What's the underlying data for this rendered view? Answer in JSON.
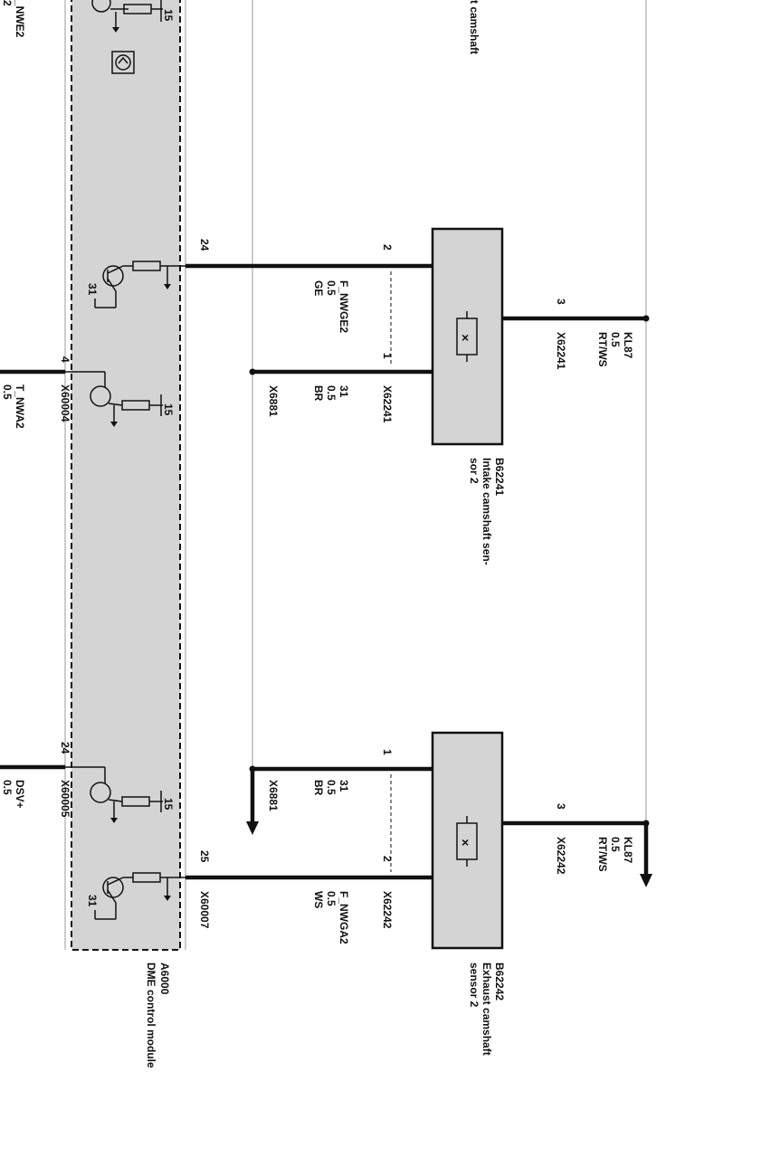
{
  "module": {
    "id": "A6000",
    "name": "DME control module",
    "labels": {
      "pin15_a": "15",
      "pin15_b": "15",
      "pin15_c": "15",
      "pin31_a": "31",
      "pin31_b": "31",
      "top_left_signal": "_NWE2",
      "top_left_sub": "2"
    }
  },
  "connectors": {
    "x60004": "X60004",
    "x60005": "X60005",
    "x60007": "X60007",
    "x62241": "X62241",
    "x62242": "X62242",
    "x6881": "X6881"
  },
  "left_signals": {
    "t_nwa2": "T_NWA2",
    "t_nwa2_sub": "0.5",
    "dsv": "DSV+",
    "dsv_sub": "0.5"
  },
  "pins": {
    "p4": "4",
    "p24a": "24",
    "p24b": "24",
    "p25": "25",
    "s1_p1": "1",
    "s1_p2": "2",
    "s1_p3": "3",
    "s2_p1": "1",
    "s2_p2": "2",
    "s2_p3": "3"
  },
  "sensor1": {
    "id": "B62241",
    "name_line1": "Intake camshaft sen-",
    "name_line2": "sor 2",
    "wire_sig": [
      "F_NWGE2",
      "0.5",
      "GE"
    ],
    "wire_gnd": [
      "31",
      "0.5",
      "BR"
    ],
    "wire_pwr": [
      "KL87",
      "0.5",
      "RT/WS"
    ],
    "symbol": "×"
  },
  "sensor2": {
    "id": "B62242",
    "name_line1": "Exhaust camshaft",
    "name_line2": "sensor 2",
    "wire_sig": [
      "F_NWGA2",
      "0.5",
      "WS"
    ],
    "wire_gnd": [
      "31",
      "0.5",
      "BR"
    ],
    "wire_pwr": [
      "KL87",
      "0.5",
      "RT/WS"
    ],
    "symbol": "×"
  },
  "top_right_label": "t camshaft",
  "icons": {
    "ground_symbol": "ground-arrow-icon",
    "transistor": "transistor-icon",
    "resistor": "resistor-icon",
    "meter": "meter-icon",
    "sensor_element": "hall-sensor-icon"
  }
}
